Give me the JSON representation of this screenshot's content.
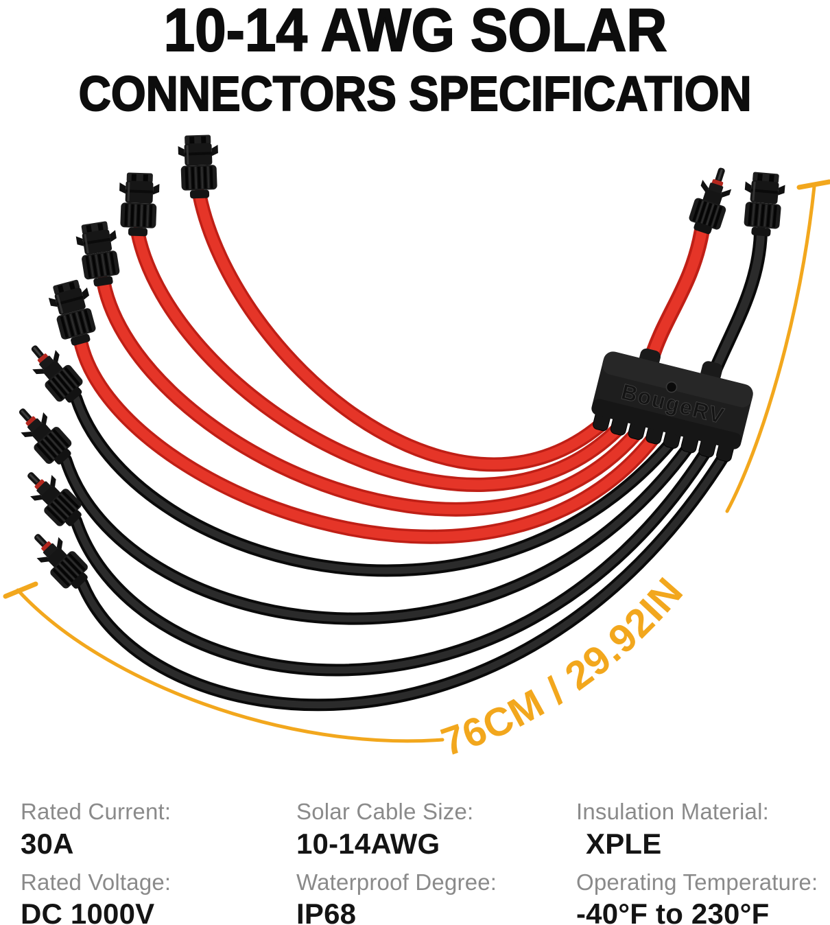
{
  "title": {
    "line1": "10-14 AWG SOLAR",
    "line2": "CONNECTORS SPECIFICATION"
  },
  "product": {
    "brand": "BougeRV",
    "measurement_label": "76CM / 29.92IN",
    "branch_cables": {
      "red_female_connectors": 4,
      "black_male_connectors": 4
    },
    "output_leads": {
      "red_male_connector": 1,
      "black_female_connector": 1
    },
    "colors": {
      "cable_red": "#e53528",
      "cable_black": "#151515",
      "arrow_yellow": "#f2a71d",
      "label_gray": "#8a8a8a",
      "text_black": "#141414"
    }
  },
  "specs": {
    "items": [
      {
        "label": "Rated Current:",
        "value": "30A"
      },
      {
        "label": "Solar Cable Size:",
        "value": "10-14AWG"
      },
      {
        "label": "Insulation Material:",
        "value": "XPLE"
      },
      {
        "label": "Rated Voltage:",
        "value": "DC 1000V"
      },
      {
        "label": "Waterproof Degree:",
        "value": "IP68"
      },
      {
        "label": "Operating Temperature:",
        "value": "-40°F to 230°F"
      }
    ]
  }
}
